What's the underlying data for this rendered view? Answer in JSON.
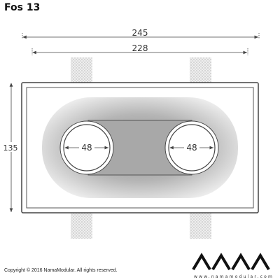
{
  "title": "Fos 13",
  "dimensions": {
    "overall_width": "245",
    "inner_width": "228",
    "height": "135",
    "left_hole": "48",
    "right_hole": "48"
  },
  "brand": {
    "logo_text": "NAMA",
    "url": "www.namamodular.com"
  },
  "footer": {
    "copyright": "Copyright © 2016 NamaModular. All rights reserved."
  },
  "colors": {
    "line": "#444444",
    "frame_fill": "#ffffff",
    "recess_dark": "#8c8c8c",
    "recess_light": "#f2f2f2",
    "tab_fill": "#e3e3e3",
    "brand": "#111111"
  }
}
